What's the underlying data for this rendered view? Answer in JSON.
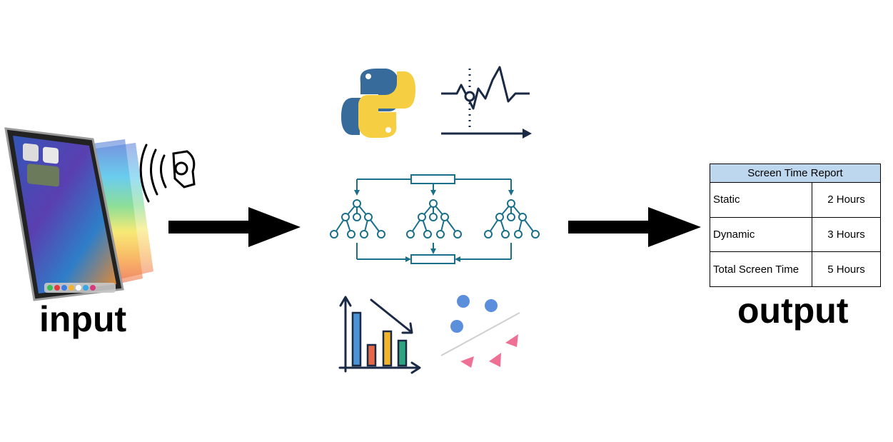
{
  "input_label": "input",
  "output_label": "output",
  "icons": {
    "device": "tablet-icon",
    "wireless": "wireless-sensor-icon",
    "python": "python-logo-icon",
    "signal": "signal-waveform-icon",
    "decision_trees": "random-forest-icon",
    "bar_chart": "declining-bar-chart-icon",
    "classifier": "classification-scatter-icon"
  },
  "colors": {
    "python_blue": "#366b9c",
    "python_yellow": "#f5ce42",
    "tree_teal": "#1a6f8a",
    "navy": "#1b2a44",
    "header_blue": "#bcd7ee",
    "dot_blue": "#5b8fdc",
    "triangle_pink": "#ef7095"
  },
  "report": {
    "title": "Screen Time Report",
    "rows": [
      {
        "label": "Static",
        "value": "2 Hours"
      },
      {
        "label": "Dynamic",
        "value": "3 Hours"
      },
      {
        "label": "Total Screen Time",
        "value": "5 Hours"
      }
    ]
  }
}
